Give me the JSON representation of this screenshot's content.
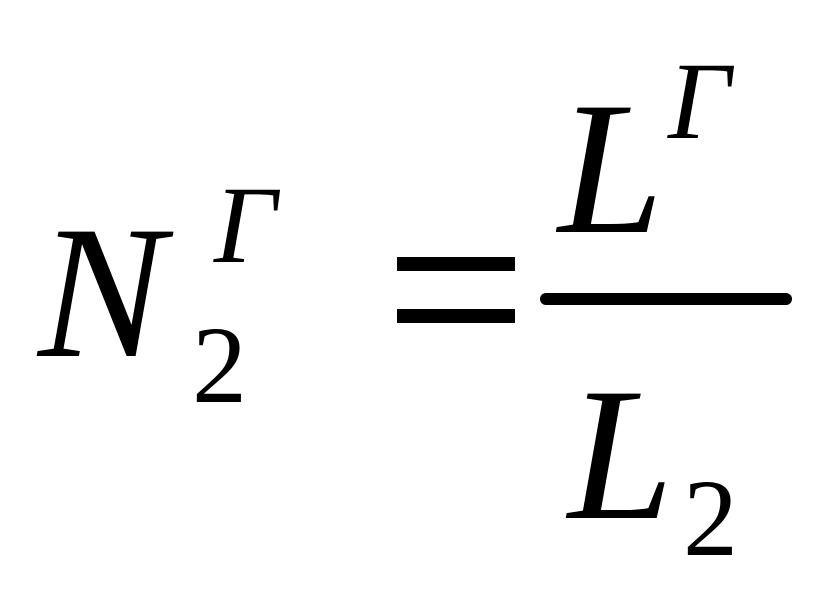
{
  "formula": {
    "lhs": {
      "base": "N",
      "subscript": "2",
      "superscript": "Γ"
    },
    "operator": "=",
    "rhs": {
      "numerator": {
        "base": "L",
        "superscript": "Γ"
      },
      "denominator": {
        "base": "L",
        "subscript": "2"
      }
    }
  }
}
